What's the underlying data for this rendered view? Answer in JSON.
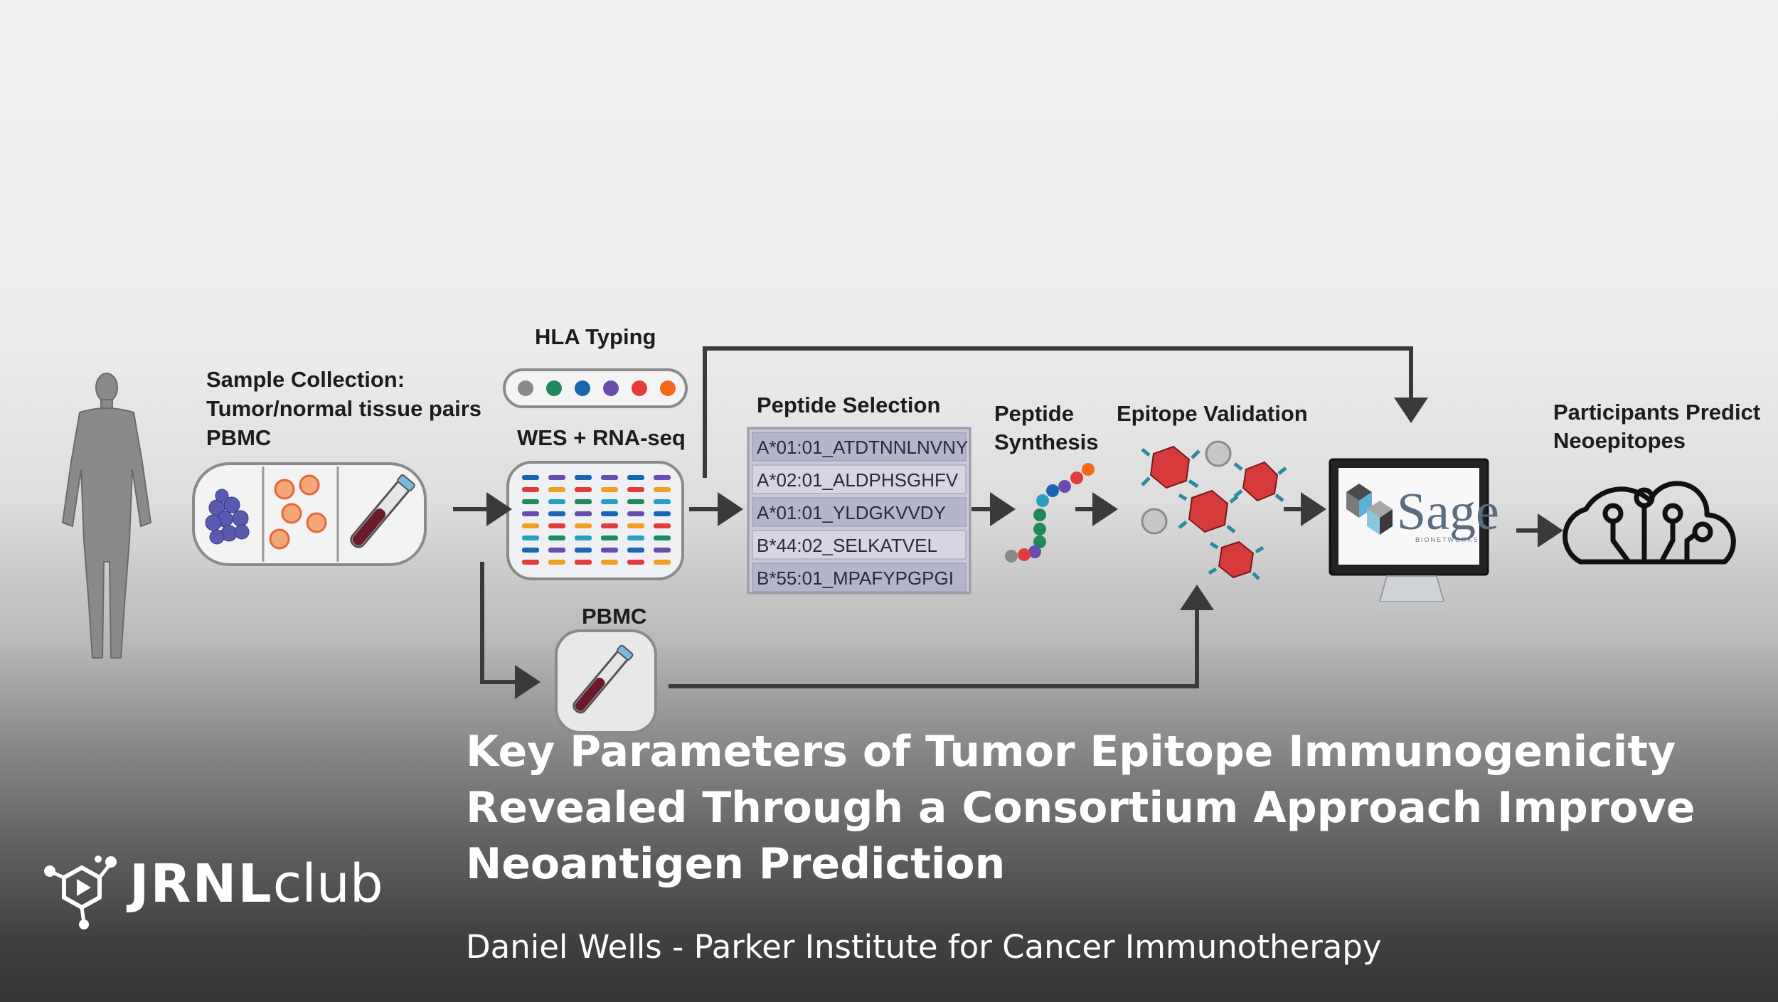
{
  "diagram": {
    "labels": {
      "sample_line1": "Sample Collection:",
      "sample_line2": "Tumor/normal tissue pairs",
      "sample_line3": "PBMC",
      "hla_typing": "HLA Typing",
      "wes_rnaseq": "WES + RNA-seq",
      "pbmc": "PBMC",
      "peptide_selection": "Peptide Selection",
      "peptide_synthesis_line1": "Peptide",
      "peptide_synthesis_line2": "Synthesis",
      "epitope_validation": "Epitope Validation",
      "participants_line1": "Participants Predict",
      "participants_line2": "Neoepitopes"
    },
    "peptides": [
      "A*01:01_ATDTNNLNVNY",
      "A*02:01_ALDPHSGHFV",
      "A*01:01_YLDGKVVDY",
      "B*44:02_SELKATVEL",
      "B*55:01_MPAFYPGPGI"
    ],
    "hla_dot_colors": [
      "#8a8a8a",
      "#1e8a5e",
      "#1a64b0",
      "#6a4bb0",
      "#e23b3b",
      "#f06a1a"
    ],
    "sage": {
      "name": "Sage",
      "sub": "BIONETWORKS"
    }
  },
  "title": "Key Parameters of Tumor Epitope Immunogenicity Revealed Through a Consortium Approach Improve Neoantigen Prediction",
  "subtitle": "Daniel Wells - Parker Institute for Cancer Immunotherapy",
  "logo": {
    "bold": "JRNL",
    "light": "club"
  },
  "icons": [
    "human-body-icon",
    "tumor-cells-icon",
    "blood-tube-icon",
    "sage-monitor-icon",
    "cloud-circuit-icon",
    "jrnl-club-logo-icon"
  ]
}
